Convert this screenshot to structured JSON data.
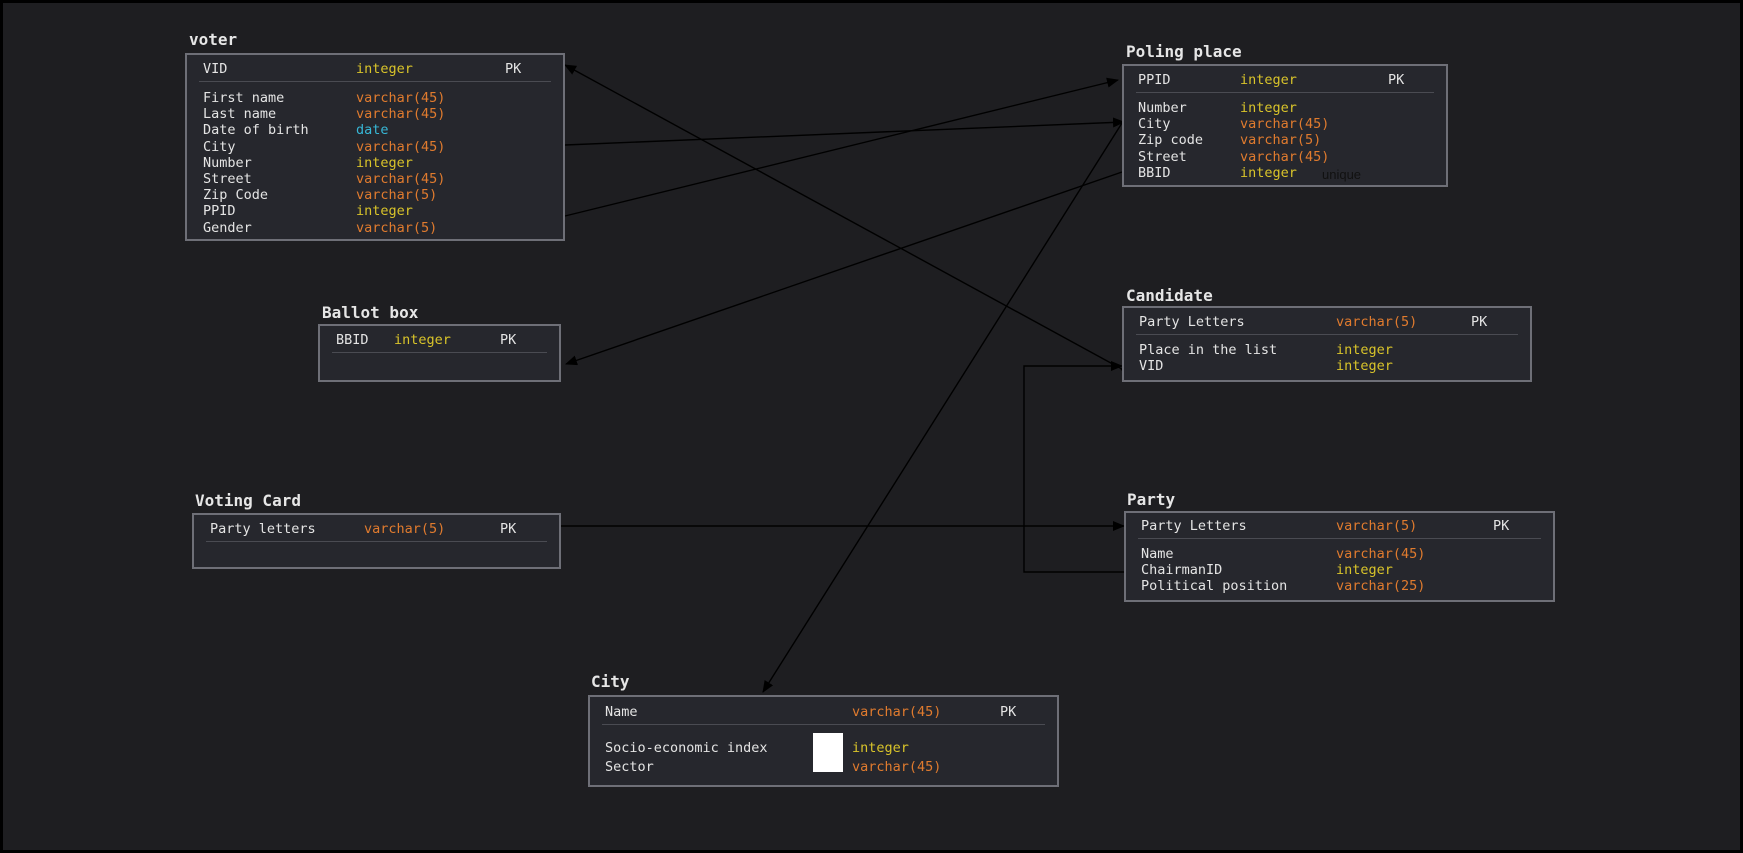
{
  "colors": {
    "background": "#1e1e21",
    "table_fill": "#26272d",
    "table_border": "#6e6f77",
    "integer": "#d9c42a",
    "varchar": "#e07b2e",
    "date": "#37b7d6"
  },
  "tables": {
    "voter": {
      "title": "voter",
      "pk": {
        "name": "VID",
        "type": "integer",
        "tag": "PK"
      },
      "fields": [
        {
          "name": "First name",
          "type": "varchar(45)"
        },
        {
          "name": "Last name",
          "type": "varchar(45)"
        },
        {
          "name": "Date of birth",
          "type": "date"
        },
        {
          "name": "City",
          "type": "varchar(45)"
        },
        {
          "name": "Number",
          "type": "integer"
        },
        {
          "name": "Street",
          "type": "varchar(45)"
        },
        {
          "name": "Zip Code",
          "type": "varchar(5)"
        },
        {
          "name": "PPID",
          "type": "integer"
        },
        {
          "name": "Gender",
          "type": "varchar(5)"
        }
      ]
    },
    "poling_place": {
      "title": "Poling place",
      "pk": {
        "name": "PPID",
        "type": "integer",
        "tag": "PK"
      },
      "fields": [
        {
          "name": "Number",
          "type": "integer"
        },
        {
          "name": "City",
          "type": "varchar(45)"
        },
        {
          "name": "Zip code",
          "type": "varchar(5)"
        },
        {
          "name": "Street",
          "type": "varchar(45)"
        },
        {
          "name": "BBID",
          "type": "integer"
        }
      ],
      "note": "unique"
    },
    "ballot_box": {
      "title": "Ballot box",
      "pk": {
        "name": "BBID",
        "type": "integer",
        "tag": "PK"
      },
      "fields": []
    },
    "candidate": {
      "title": "Candidate",
      "pk": {
        "name": "Party Letters",
        "type": "varchar(5)",
        "tag": "PK"
      },
      "fields": [
        {
          "name": "Place in the list",
          "type": "integer"
        },
        {
          "name": "VID",
          "type": "integer"
        }
      ]
    },
    "voting_card": {
      "title": "Voting Card",
      "pk": {
        "name": "Party letters",
        "type": "varchar(5)",
        "tag": "PK"
      },
      "fields": []
    },
    "party": {
      "title": "Party",
      "pk": {
        "name": "Party Letters",
        "type": "varchar(5)",
        "tag": "PK"
      },
      "fields": [
        {
          "name": "Name",
          "type": "varchar(45)"
        },
        {
          "name": "ChairmanID",
          "type": "integer"
        },
        {
          "name": "Political position",
          "type": "varchar(25)"
        }
      ]
    },
    "city": {
      "title": "City",
      "pk": {
        "name": "Name",
        "type": "varchar(45)",
        "tag": "PK"
      },
      "fields": [
        {
          "name": "Socio-economic index",
          "type": "integer"
        },
        {
          "name": "Sector",
          "type": "varchar(45)"
        }
      ]
    }
  }
}
